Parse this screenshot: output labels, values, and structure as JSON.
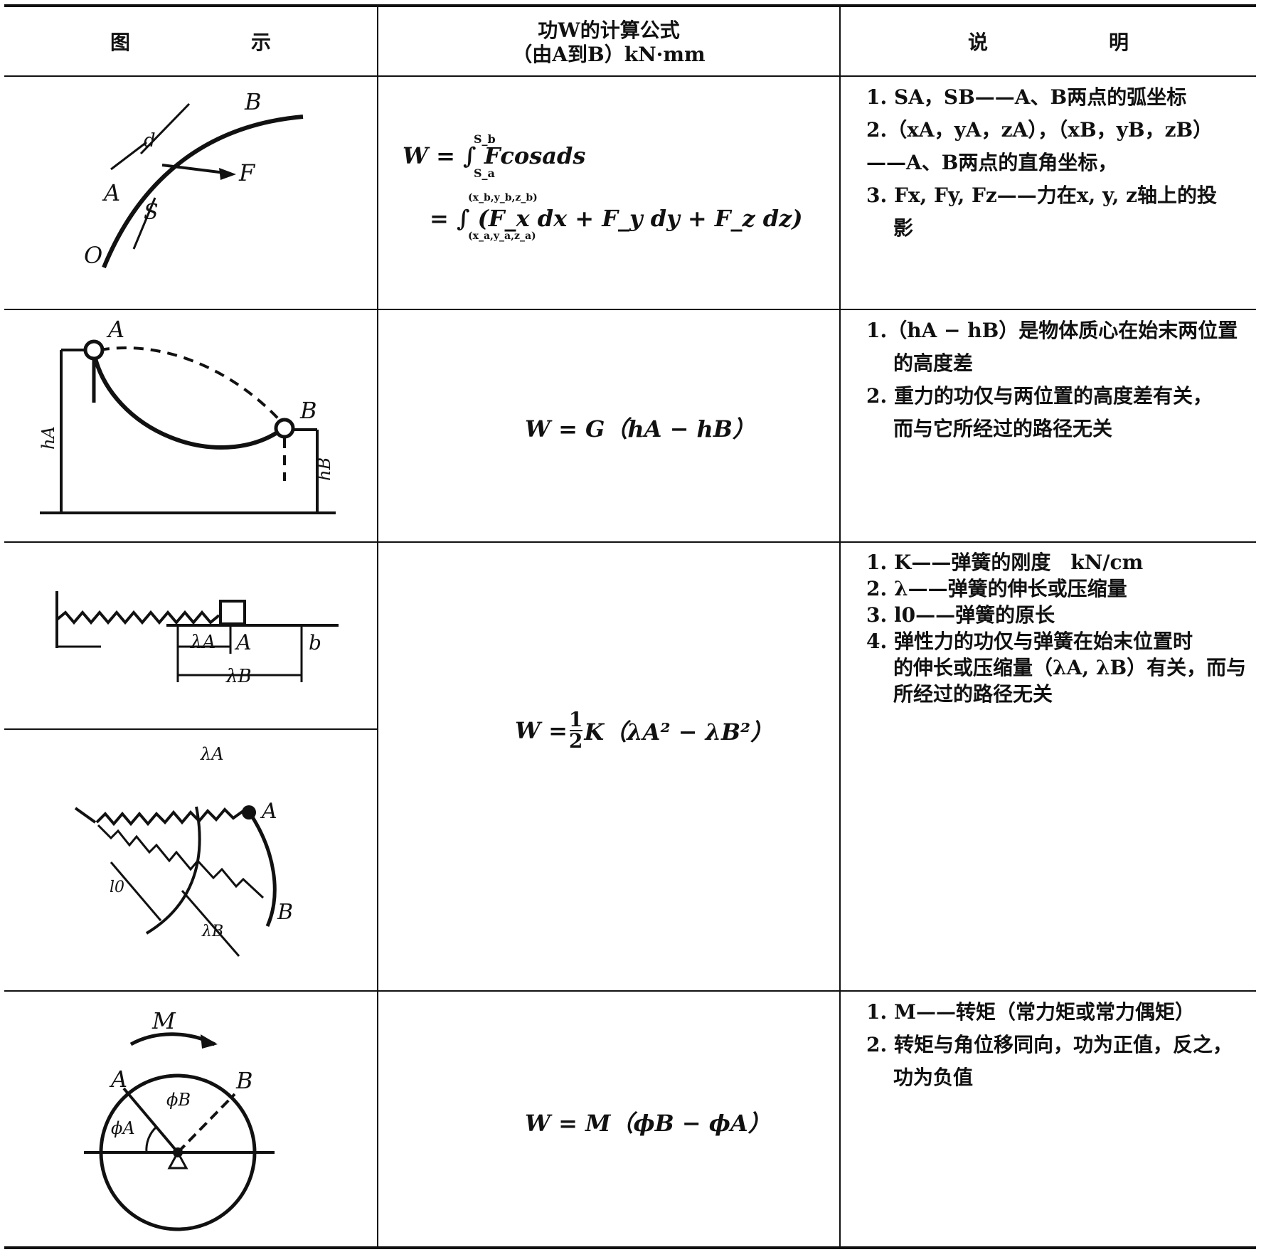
{
  "header": {
    "col1_left": "图",
    "col1_right": "示",
    "col2_line1": "功W的计算公式",
    "col2_line2": "（由A到B）kN·mm",
    "col3_left": "说",
    "col3_right": "明"
  },
  "rows": [
    {
      "fig_labels": {
        "b": "B",
        "f": "F",
        "a": "A",
        "o": "O",
        "d": "d",
        "s": "S"
      },
      "formula_line1": "W = ∫ Fcosads",
      "int1_upper": "S_b",
      "int1_lower": "S_a",
      "formula_line2": "= ∫ (F_x dx + F_y dy + F_z dz)",
      "int2_upper": "(x_b,y_b,z_b)",
      "int2_lower": "(x_a,y_a,z_a)",
      "notes": [
        "1. SA，SB——A、B两点的弧坐标",
        "2.（xA，yA，zA），（xB，yB，zB）",
        "——A、B两点的直角坐标，",
        "3. Fx, Fy, Fz——力在x, y, z轴上的投",
        "影"
      ]
    },
    {
      "fig_labels": {
        "a": "A",
        "b": "B",
        "ha": "hA",
        "hb": "hB"
      },
      "formula": "W = G（hA − hB）",
      "notes": [
        "1.（hA − hB）是物体质心在始末两位置",
        "的高度差",
        "2. 重力的功仅与两位置的高度差有关，",
        "而与它所经过的路径无关"
      ]
    },
    {
      "fig_labels": {
        "la": "λA",
        "a": "A",
        "b": "b",
        "lb": "λB",
        "a2": "A",
        "b2": "B",
        "la2": "λA",
        "l0": "l0",
        "lb2": "λB"
      },
      "formula_w": "W =",
      "formula_num": "1",
      "formula_den": "2",
      "formula_rest": "K（λA² − λB²）",
      "notes": [
        "1. K——弹簧的刚度　kN/cm",
        "2. λ——弹簧的伸长或压缩量",
        "3. l0——弹簧的原长",
        "4. 弹性力的功仅与弹簧在始末位置时",
        "的伸长或压缩量（λA, λB）有关，而与",
        "所经过的路径无关"
      ]
    },
    {
      "fig_labels": {
        "m": "M",
        "a": "A",
        "b": "B",
        "pa": "ϕA",
        "pb": "ϕB"
      },
      "formula": "W = M（ϕB − ϕA）",
      "notes": [
        "1. M——转矩（常力矩或常力偶矩）",
        "2. 转矩与角位移同向，功为正值，反之，",
        "功为负值"
      ]
    }
  ]
}
